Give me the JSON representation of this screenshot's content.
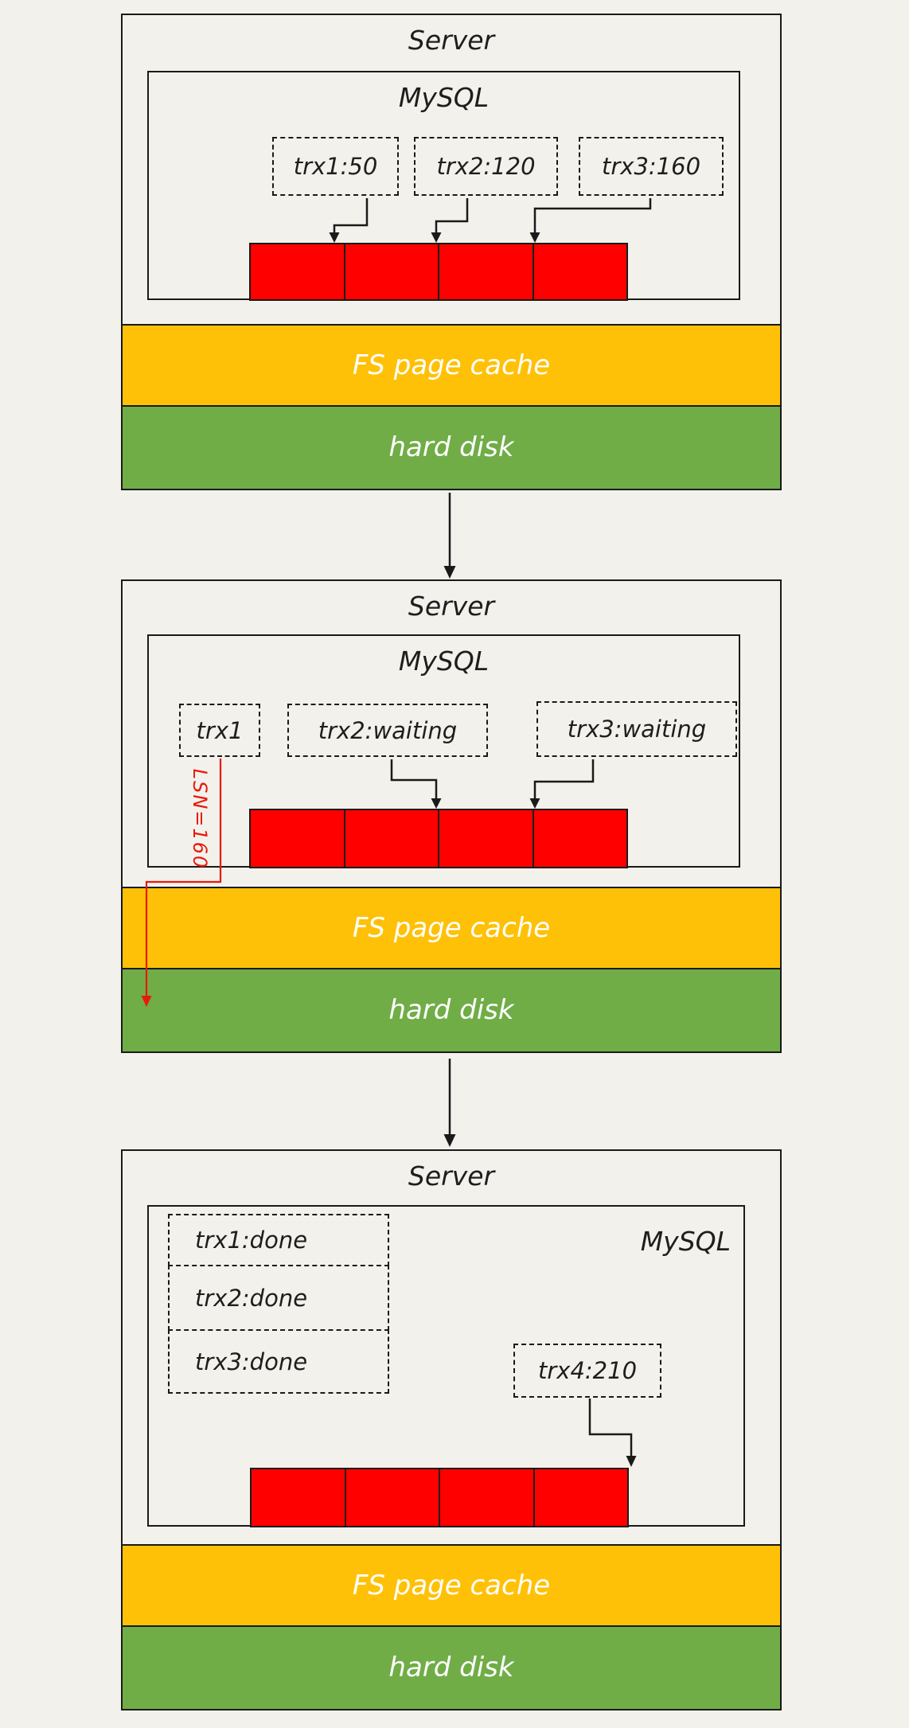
{
  "colors": {
    "background": "#F3F1EB",
    "band_page_cache": "#FFC107",
    "band_hard_disk": "#70AD47",
    "log_buffer_fill": "#FF0000",
    "outline": "#1A1A1A",
    "accent_red": "#E8190C",
    "text_dark": "#1E1E1E",
    "text_light": "#FFFFFF"
  },
  "stages": [
    {
      "server_label": "Server",
      "mysql_label": "MySQL",
      "transactions": [
        {
          "label": "trx1:50"
        },
        {
          "label": "trx2:120"
        },
        {
          "label": "trx3:160"
        }
      ],
      "fs_cache_label": "FS page cache",
      "disk_label": "hard disk"
    },
    {
      "server_label": "Server",
      "mysql_label": "MySQL",
      "transactions": [
        {
          "label": "trx1"
        },
        {
          "label": "trx2:waiting"
        },
        {
          "label": "trx3:waiting"
        }
      ],
      "lsn_label": "LSN=160",
      "fs_cache_label": "FS page cache",
      "disk_label": "hard disk"
    },
    {
      "server_label": "Server",
      "mysql_label": "MySQL",
      "done_transactions": [
        {
          "label": "trx1:done"
        },
        {
          "label": "trx2:done"
        },
        {
          "label": "trx3:done"
        }
      ],
      "new_transaction": {
        "label": "trx4:210"
      },
      "fs_cache_label": "FS page cache",
      "disk_label": "hard disk"
    }
  ]
}
